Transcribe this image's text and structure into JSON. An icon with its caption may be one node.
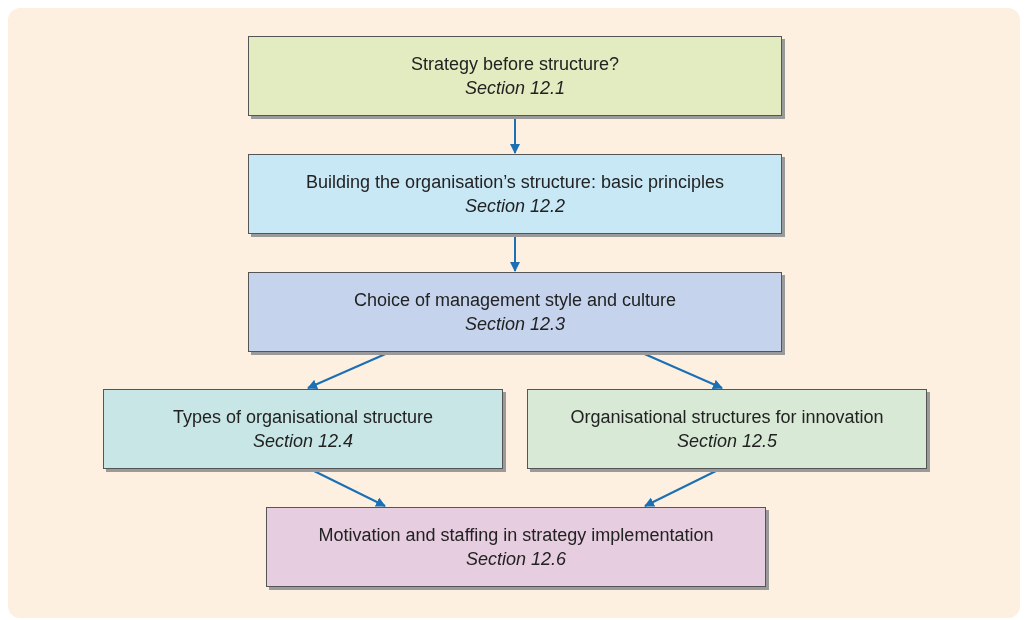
{
  "diagram": {
    "nodes": [
      {
        "text": [
          "Strategy before structure?",
          "Section 12.1"
        ]
      },
      {
        "text": [
          "Building the organisation’s structure: basic principles",
          "Section 12.2"
        ]
      },
      {
        "text": [
          "Choice of management style and culture",
          "Section 12.3"
        ]
      },
      {
        "text": [
          "Types of organisational structure",
          "Section 12.4"
        ]
      },
      {
        "text": [
          "Organisational structures for innovation",
          "Section 12.5"
        ]
      },
      {
        "text": [
          "Motivation and staffing in strategy implementation",
          "Section 12.6"
        ]
      }
    ],
    "edges": [
      {
        "from": 0,
        "to": 1,
        "arrow": "to"
      },
      {
        "from": 1,
        "to": 2,
        "arrow": "to"
      },
      {
        "from": 2,
        "to": 3,
        "arrow": "to"
      },
      {
        "from": 2,
        "to": 4,
        "arrow": "to"
      },
      {
        "from": 3,
        "to": 5,
        "arrow": "to"
      },
      {
        "from": 4,
        "to": 5,
        "arrow": "to"
      }
    ]
  }
}
